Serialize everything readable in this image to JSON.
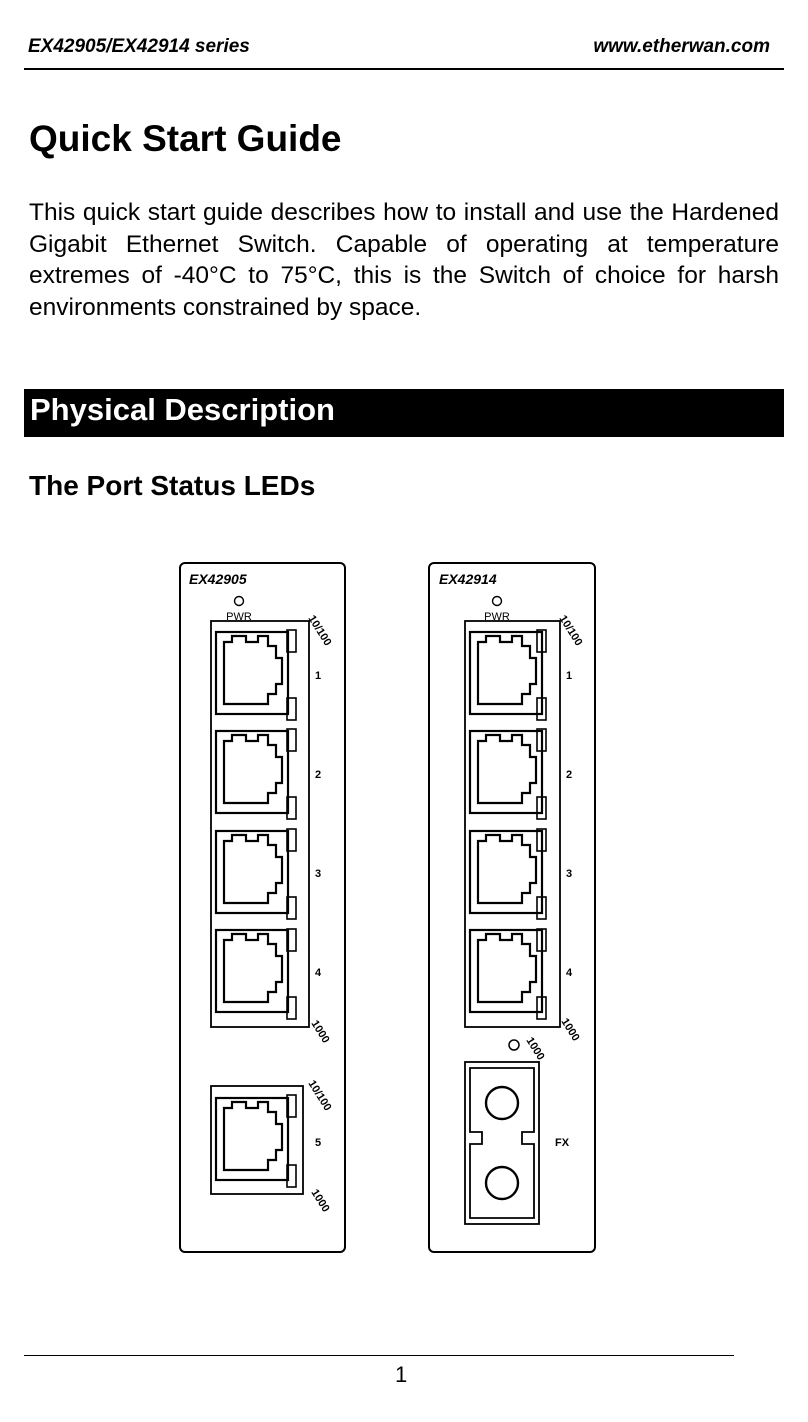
{
  "header": {
    "model_series": "EX42905/EX42914 series",
    "website": "www.etherwan.com"
  },
  "title": "Quick Start Guide",
  "intro": "This quick start guide describes how to install and use the Hardened Gigabit Ethernet Switch. Capable of operating at temperature extremes of -40°C to 75°C, this is the Switch of choice for harsh environments constrained by space.",
  "section": {
    "title": "Physical Description",
    "subsection_title": "The Port Status LEDs"
  },
  "figure": {
    "left_panel": {
      "model": "EX42905",
      "pwr_label": "PWR",
      "speed_top_label": "10/100",
      "port_numbers": [
        "1",
        "2",
        "3",
        "4"
      ],
      "speed_bottom_label": "1000",
      "extra_port": {
        "speed_top_label": "10/100",
        "port_number": "5",
        "speed_bottom_label": "1000"
      }
    },
    "right_panel": {
      "model": "EX42914",
      "pwr_label": "PWR",
      "speed_top_label": "10/100",
      "port_numbers": [
        "1",
        "2",
        "3",
        "4"
      ],
      "speed_bottom_label": "1000",
      "fiber": {
        "led_label": "1000",
        "port_label": "FX"
      }
    }
  },
  "footer": {
    "page_number": "1"
  }
}
